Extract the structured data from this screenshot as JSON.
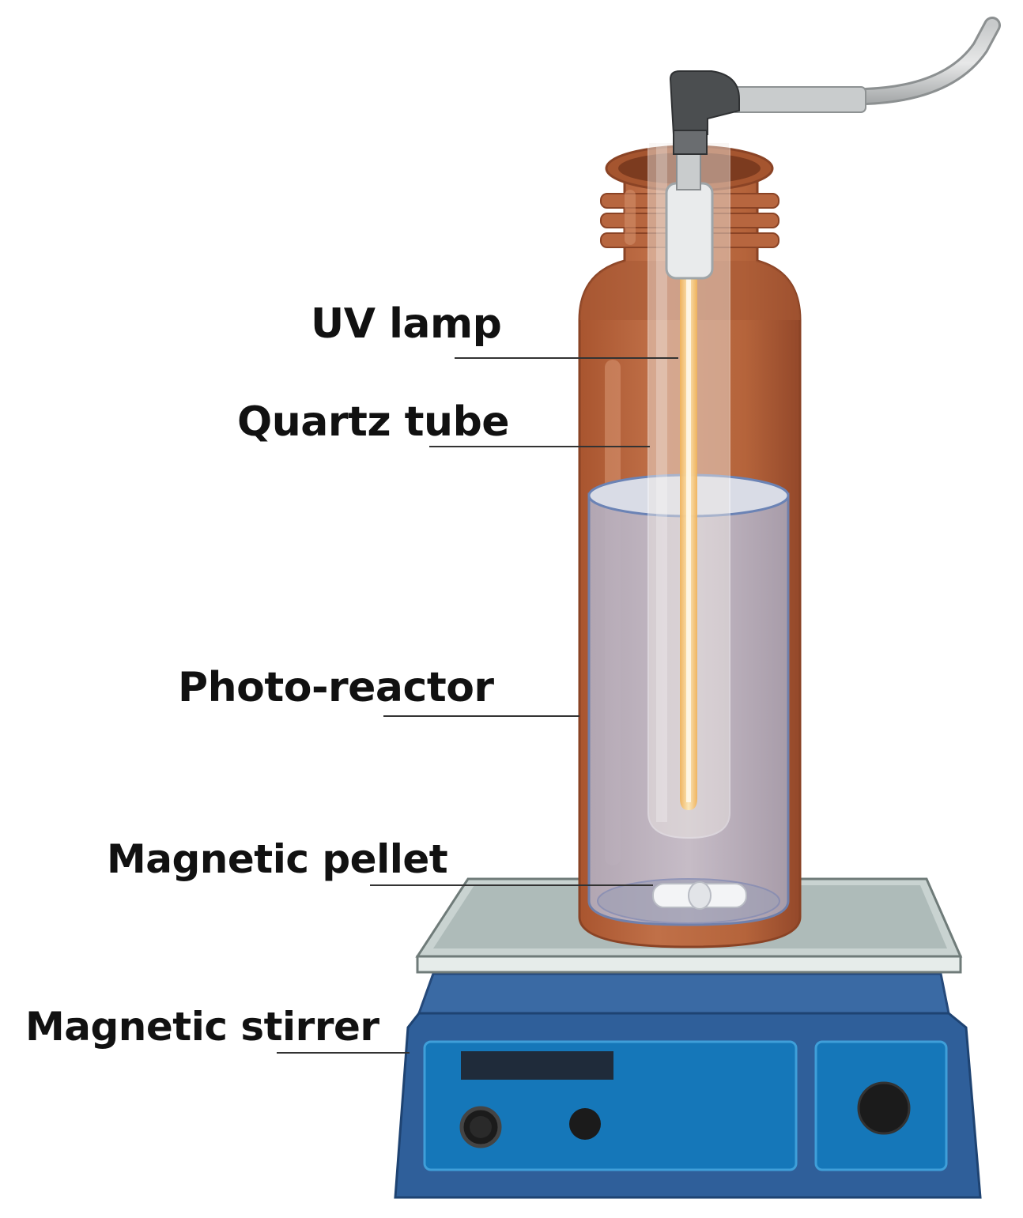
{
  "labels": {
    "uv_lamp": "UV lamp",
    "quartz_tube": "Quartz tube",
    "photo_reactor": "Photo-reactor",
    "magnetic_pellet": "Magnetic pellet",
    "magnetic_stirrer": "Magnetic stirrer"
  },
  "colors": {
    "reactor_amber": "#b5643b",
    "reactor_dark": "#9a4f2c",
    "stirrer_blue": "#2f5f9a",
    "stirrer_panel": "#1577b9",
    "plate_gray": "#b8c4c2",
    "liquid": "#bcb8c8",
    "lamp_glow": "#f3c97a",
    "leader_line": "#333333"
  },
  "icons": [
    "uv-lamp-icon",
    "quartz-tube-icon",
    "photo-reactor-icon",
    "magnetic-pellet-icon",
    "magnetic-stirrer-icon",
    "cable-icon"
  ]
}
